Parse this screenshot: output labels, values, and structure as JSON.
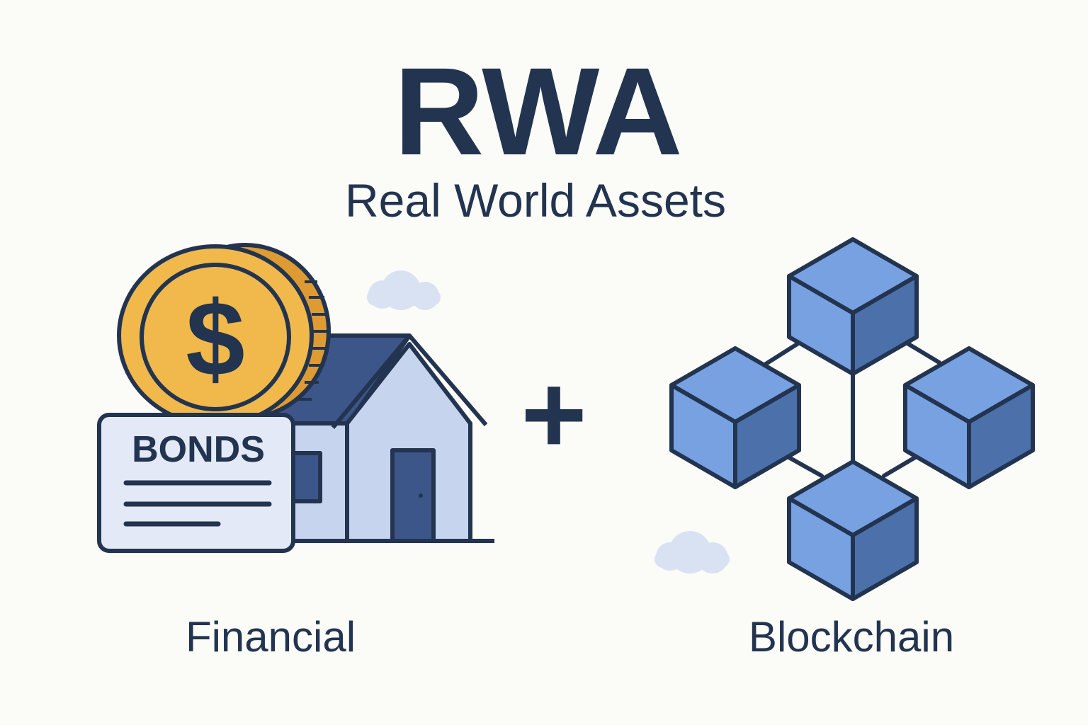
{
  "header": {
    "title": "RWA",
    "subtitle": "Real World Assets"
  },
  "left_group": {
    "badge_text": "BONDS",
    "coin_symbol": "$",
    "caption": "Financial"
  },
  "operator": "+",
  "right_group": {
    "caption": "Blockchain"
  },
  "icons": [
    "coin-icon",
    "house-icon",
    "bond-document-icon",
    "cloud-icon",
    "blockchain-cubes-icon"
  ],
  "colors": {
    "background": "#fbfbf7",
    "ink": "#22344f",
    "coin_gold": "#f1b94c",
    "coin_edge": "#de9b34",
    "house_wall": "#c7d4ee",
    "house_roof": "#3d5689",
    "bond_paper": "#e3e9f6",
    "cube_light": "#78a1e1",
    "cube_dark": "#4c71aa",
    "cloud": "#d9e2f3"
  }
}
